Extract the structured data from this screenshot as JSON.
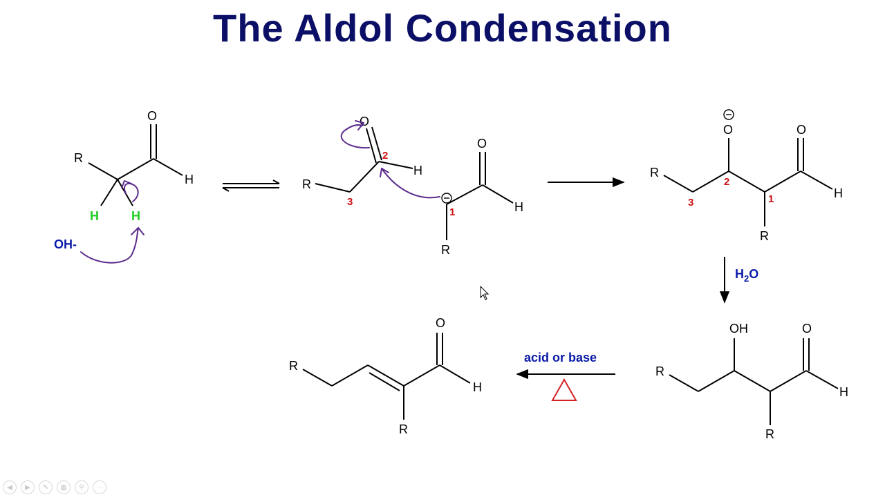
{
  "slide": {
    "title": "The Aldol Condensation"
  },
  "labels": {
    "O": "O",
    "H": "H",
    "R": "R",
    "OH": "OH",
    "hydroxide": "OH-",
    "water_H": "H",
    "water_sub": "2",
    "water_O": "O",
    "condition": "acid or base",
    "num1": "1",
    "num2": "2",
    "num3": "3",
    "minus": "−"
  },
  "toolbar": {
    "icons": [
      "prev-icon",
      "next-icon",
      "pen-icon",
      "slides-icon",
      "zoom-icon",
      "more-icon"
    ]
  },
  "colors": {
    "title": "#0b0f66",
    "reagent": "#0a1aa8",
    "numbering": "#cc1111",
    "acidic_h": "#22cc22",
    "ink": "#5b2a8c",
    "heat": "#d42020"
  }
}
